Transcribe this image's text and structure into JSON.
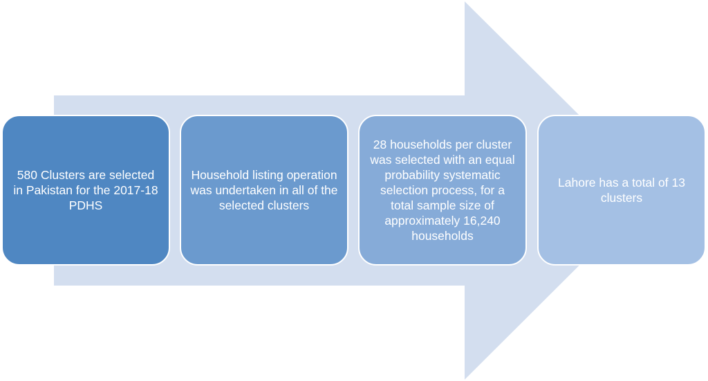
{
  "diagram": {
    "colors": {
      "arrow": "#d3deef",
      "step_1": "#4f87c2",
      "step_2": "#6b9ace",
      "step_3": "#86abd8",
      "step_4": "#a4c0e4",
      "text": "#ffffff",
      "border": "#ffffff"
    },
    "steps": [
      {
        "text": "580 Clusters are selected in Pakistan for the 2017-18 PDHS"
      },
      {
        "text": "Household listing operation was undertaken in all of the selected clusters"
      },
      {
        "text": "28 households per cluster was selected with an equal probability systematic selection process, for a total sample size of approximately 16,240 households"
      },
      {
        "text": "Lahore has a total of 13 clusters"
      }
    ]
  }
}
